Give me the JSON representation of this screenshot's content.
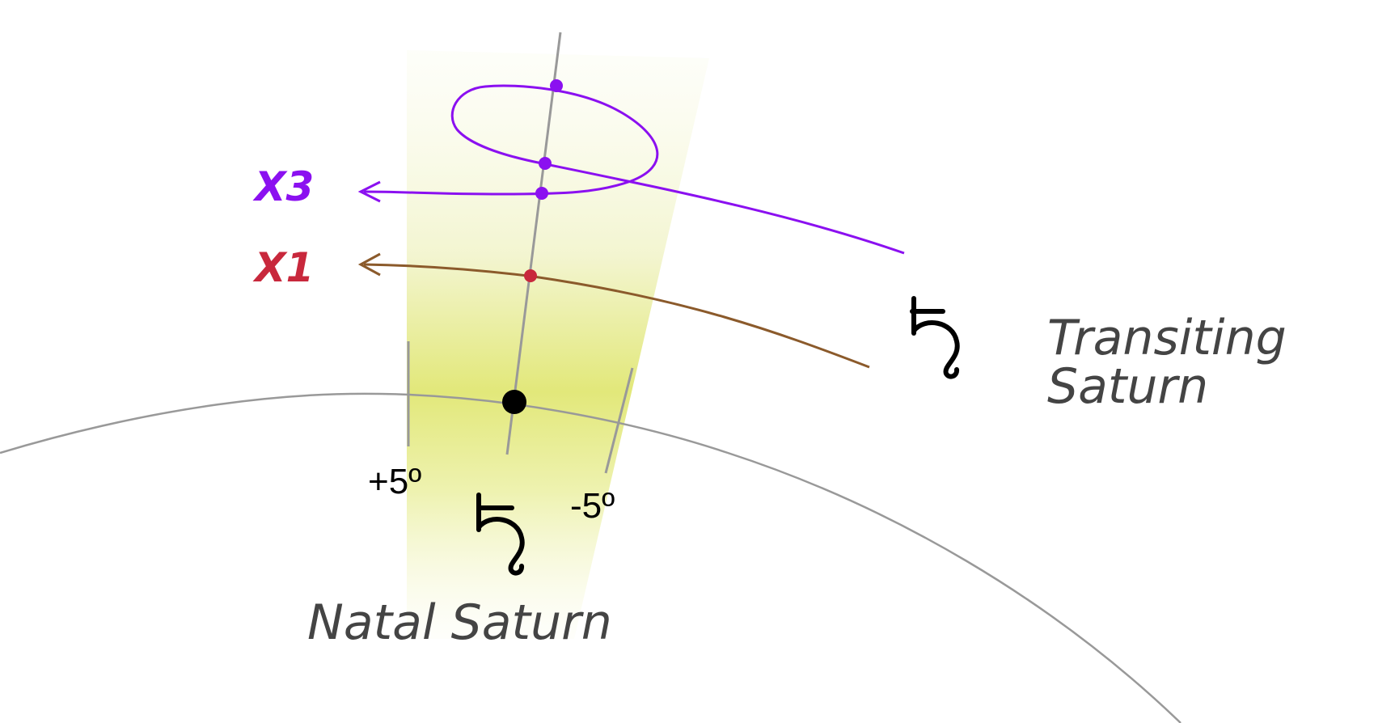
{
  "diagram": {
    "title": "Saturn transit over natal Saturn",
    "labels": {
      "x3": "X3",
      "x1": "X1",
      "plus_orb": "+5º",
      "minus_orb": "-5º",
      "natal": "Natal Saturn",
      "transiting_line1": "Transiting",
      "transiting_line2": "Saturn"
    },
    "glyphs": {
      "natal_saturn": "saturn-glyph",
      "transiting_saturn": "saturn-glyph"
    },
    "orb_degrees": 5,
    "passes": [
      {
        "name": "X1",
        "color": "#c8283c",
        "path_color": "#8b5a2b",
        "hits": 1
      },
      {
        "name": "X3",
        "color": "#8b10f0",
        "path_color": "#8b10f0",
        "hits": 3
      }
    ],
    "colors": {
      "band": "#e2e87a",
      "axis": "#999999",
      "natal_point": "#000000",
      "x3_text": "#8b10f0",
      "x1_text": "#c8283c",
      "caption_text": "#444444"
    }
  }
}
